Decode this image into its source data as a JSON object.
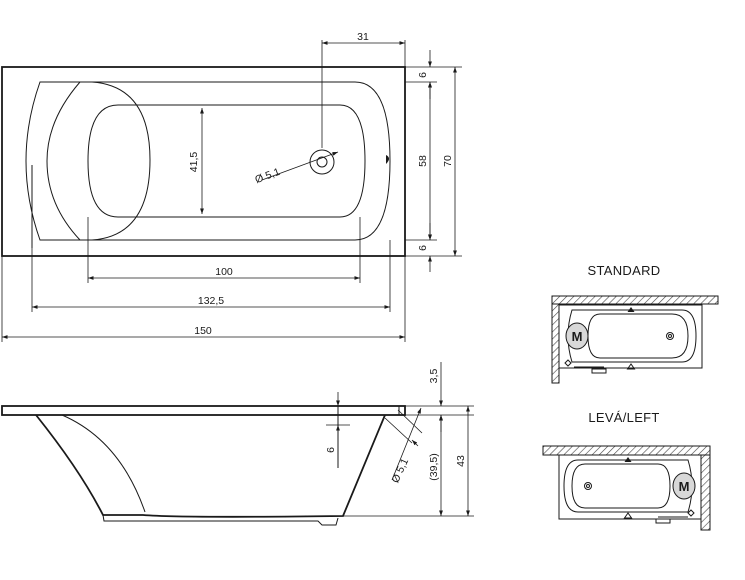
{
  "top_view": {
    "dim_total_length": "150",
    "dim_inner_length": "132,5",
    "dim_bottom_length": "100",
    "dim_bottom_width": "41,5",
    "dim_drain_offset": "31",
    "dim_drain_diameter": "Ø 5,1",
    "dim_rim_top": "6",
    "dim_rim_bottom": "6",
    "dim_inner_width": "58",
    "dim_total_width": "70"
  },
  "side_view": {
    "dim_rim_height": "3,5",
    "dim_drain_depth": "6",
    "dim_drain_diameter": "Ø 5,1",
    "dim_inner_depth": "(39,5)",
    "dim_total_height": "43"
  },
  "variants": {
    "standard_label": "STANDARD",
    "left_label": "LEVÁ/LEFT",
    "marker_letter": "M"
  }
}
